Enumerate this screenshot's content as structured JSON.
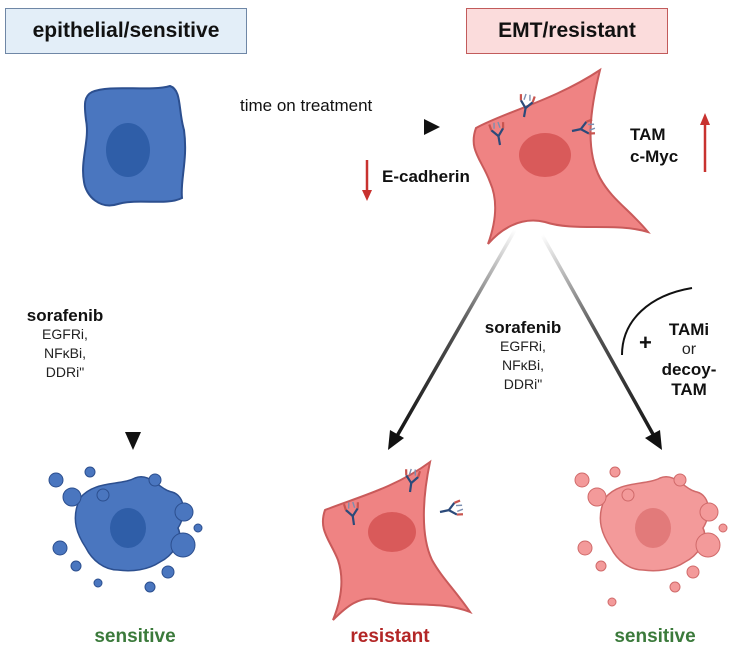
{
  "headers": {
    "left": "epithelial/sensitive",
    "right": "EMT/resistant"
  },
  "arrows": {
    "time_label": "time on treatment"
  },
  "markers": {
    "ecadherin": "E-cadherin",
    "tam": "TAM",
    "cmyc": "c-Myc"
  },
  "drugs_left": {
    "main": "sorafenib",
    "line1": "EGFRi,",
    "line2": "NFκBi,",
    "line3": "DDRi\""
  },
  "drugs_mid": {
    "main": "sorafenib",
    "line1": "EGFRi,",
    "line2": "NFκBi,",
    "line3": "DDRi\""
  },
  "combo": {
    "plus": "+",
    "line1": "TAMi",
    "line2": "or",
    "line3": "decoy-",
    "line4": "TAM"
  },
  "outcomes": {
    "left": "sensitive",
    "middle": "resistant",
    "right": "sensitive"
  },
  "colors": {
    "blue_cell": "#4a76bf",
    "blue_nucleus": "#2f5ea8",
    "red_cell": "#ef8383",
    "red_nucleus": "#d95a5a",
    "up_down_arrow": "#c8322f",
    "green_text": "#3b7a3b",
    "red_text": "#b32626"
  }
}
